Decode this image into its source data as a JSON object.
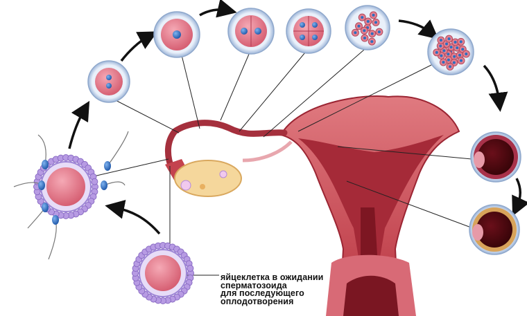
{
  "caption": {
    "lines": [
      "яйцеклетка в ожидании",
      "сперматозоида",
      "для последующего",
      "оплодотворения"
    ]
  },
  "colors": {
    "uterus": "#c4434e",
    "uterus_dark": "#8e1f2a",
    "cell_ring": "#b9cce6",
    "cell_fill": "#e27a8a",
    "nucleus": "#2b6fc0",
    "corona": "#a98fd8",
    "arrow": "#111111"
  }
}
